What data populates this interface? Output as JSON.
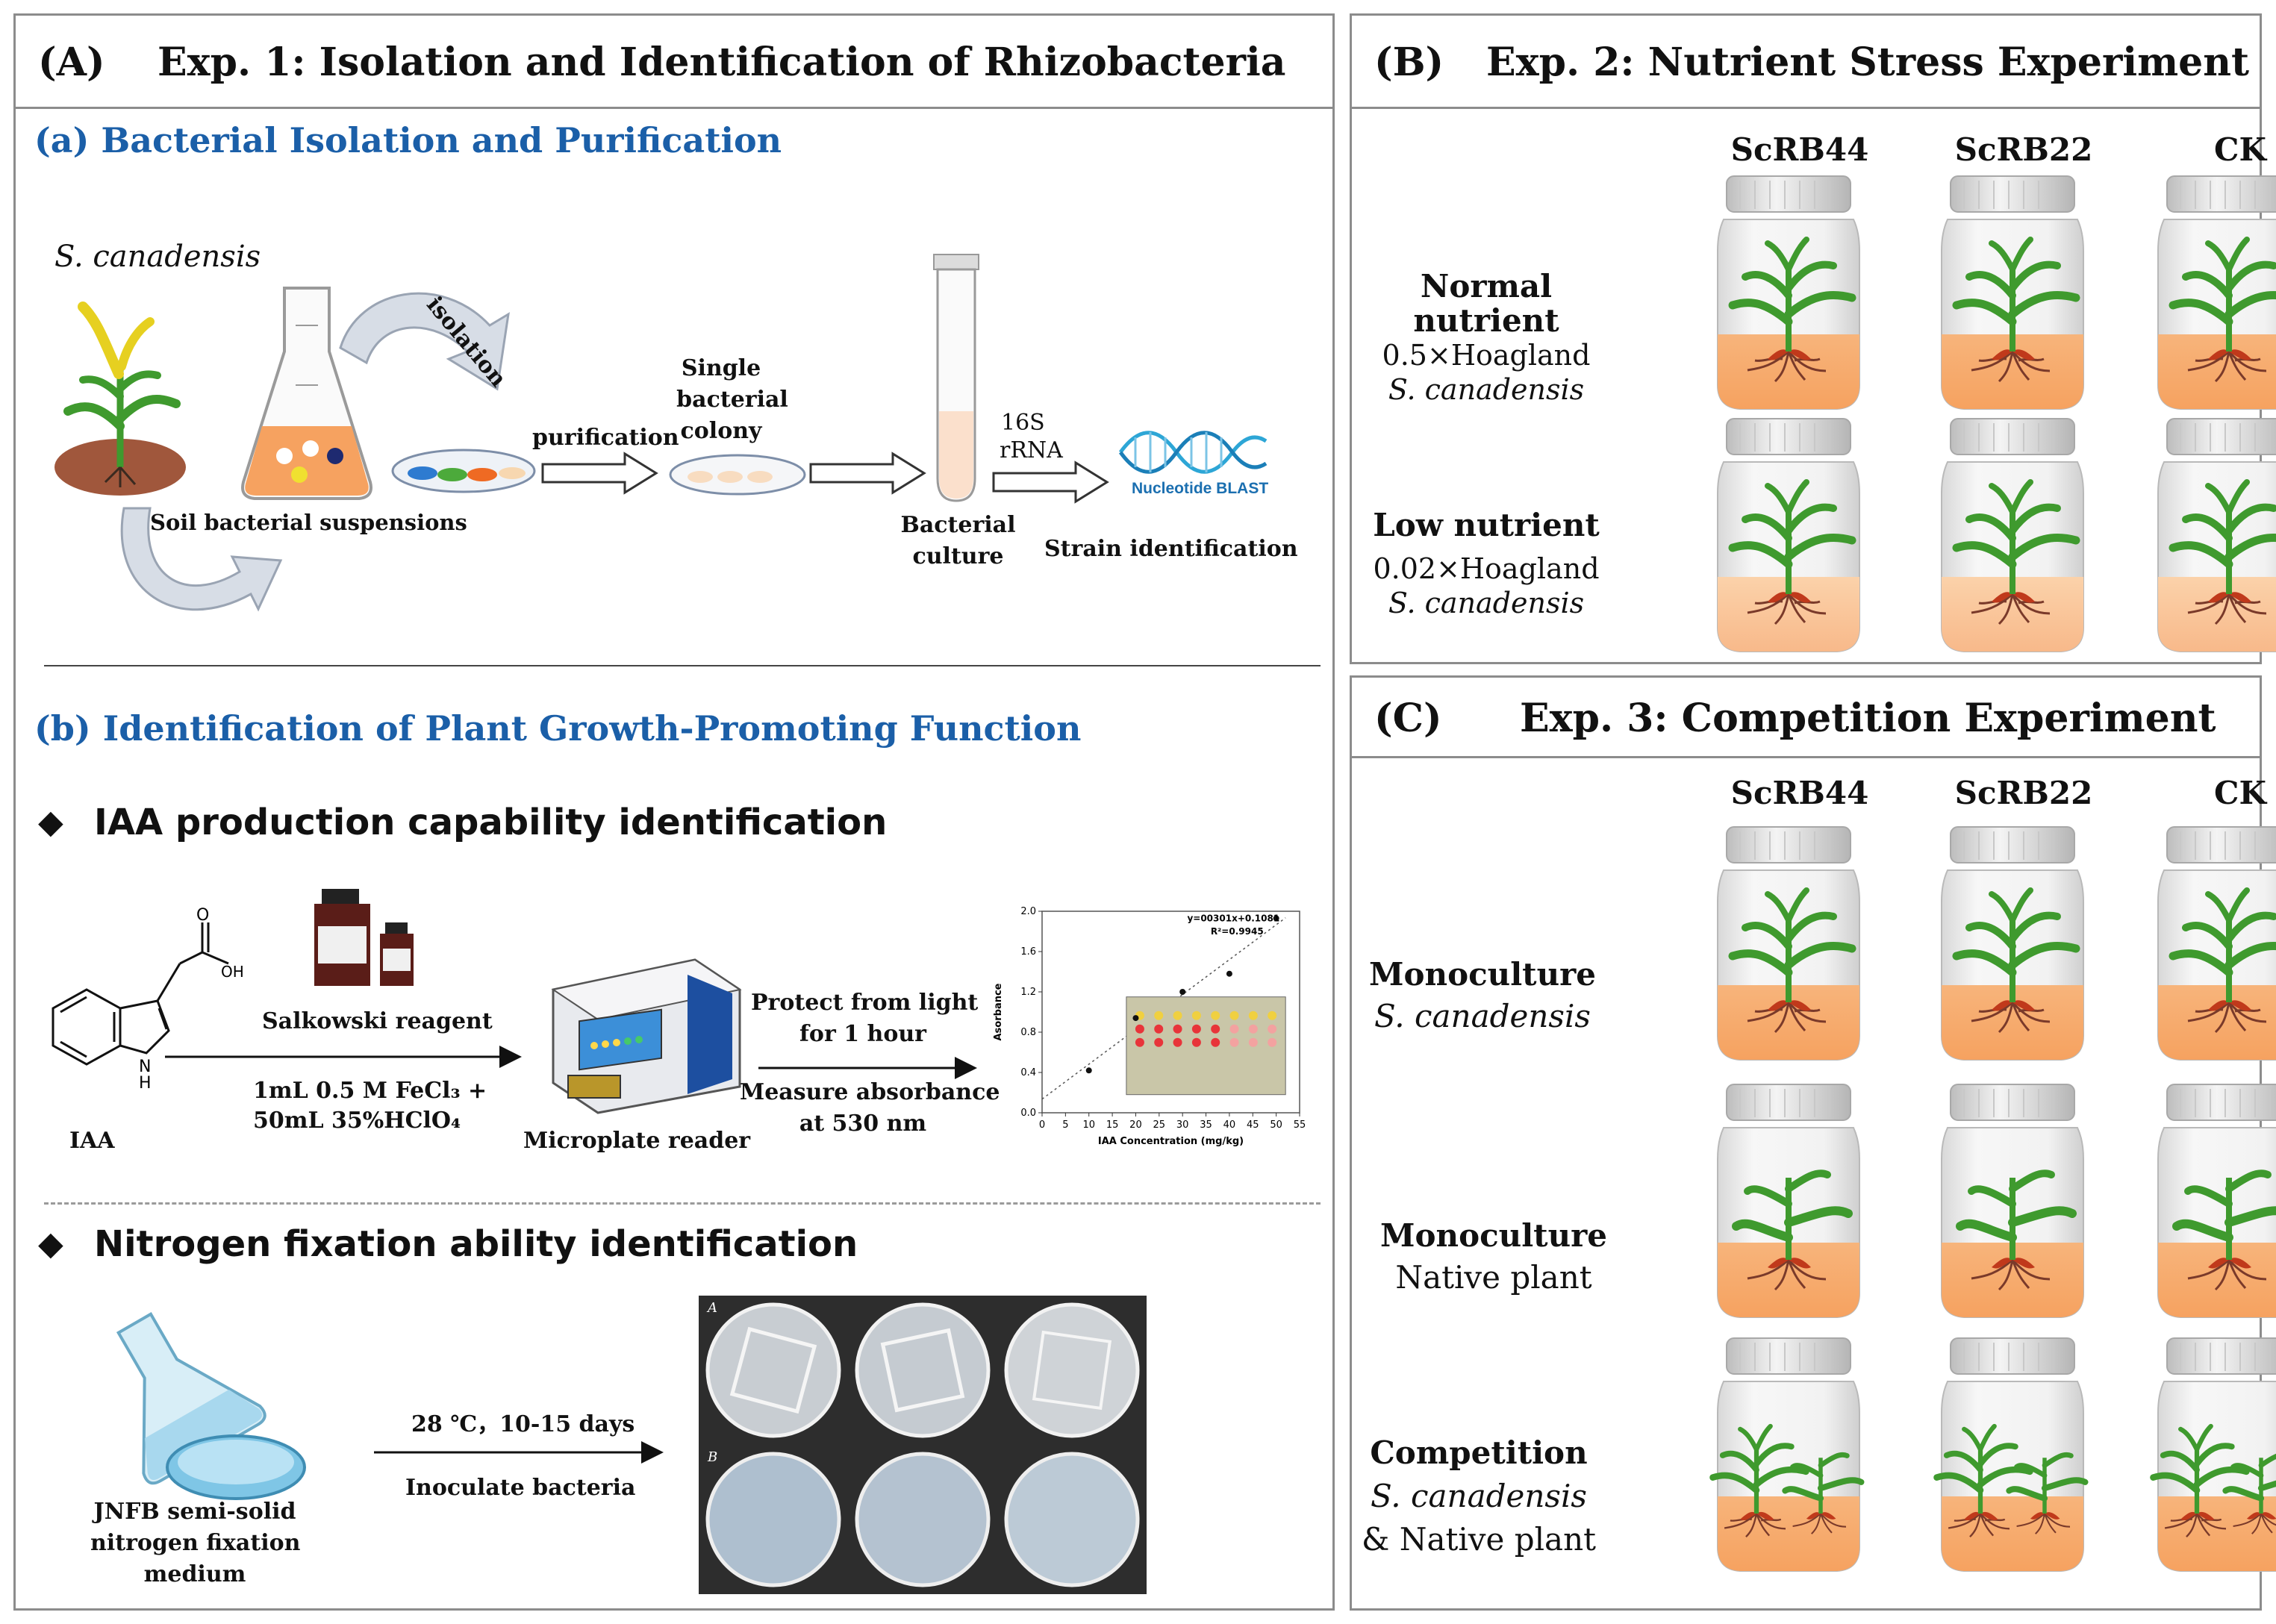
{
  "panelA": {
    "letter": "(A)",
    "title": "Exp. 1: Isolation and Identification of Rhizobacteria",
    "sectionA": {
      "title": "(a) Bacterial Isolation and Purification",
      "plant_label": "S. canadensis",
      "isolation": "isolation",
      "soil_suspension": "Soil bacterial suspensions",
      "purification": "purification",
      "single_colony": [
        "Single",
        "bacterial",
        "colony"
      ],
      "bacterial_culture": [
        "Bacterial",
        "culture"
      ],
      "rrna": [
        "16S",
        "rRNA"
      ],
      "blast": "Nucleotide BLAST",
      "strain_id": "Strain identification"
    },
    "sectionB": {
      "title": "(b) Identification of Plant Growth-Promoting Function",
      "iaa_heading": "IAA production capability identification",
      "salkowski": "Salkowski reagent",
      "iaa": "IAA",
      "reagent_line1": "1mL 0.5 M FeCl₃ +",
      "reagent_line2": "50mL 35%HClO₄",
      "microplate": "Microplate reader",
      "protect": [
        "Protect from light",
        "for 1 hour"
      ],
      "measure": [
        "Measure absorbance",
        "at 530 nm"
      ],
      "nitrogen_heading": "Nitrogen fixation ability identification",
      "medium": [
        "JNFB semi-solid",
        "nitrogen fixation",
        "medium"
      ],
      "condition": "28 ℃，10-15 days",
      "inoculate": "Inoculate bacteria",
      "plate_row_a": "A",
      "plate_row_b": "B"
    }
  },
  "chart_data": {
    "type": "scatter",
    "x": [
      10,
      20,
      30,
      40,
      50
    ],
    "y": [
      0.42,
      0.94,
      1.2,
      1.38,
      1.93
    ],
    "xlabel": "IAA Concentration (mg/kg)",
    "ylabel": "Asorbance",
    "xlim": [
      0,
      55
    ],
    "ylim": [
      0,
      2.0
    ],
    "xticks": [
      "0",
      "5",
      "10",
      "15",
      "20",
      "25",
      "30",
      "35",
      "40",
      "45",
      "50",
      "55"
    ],
    "yticks": [
      "0.0",
      "0.4",
      "0.8",
      "1.2",
      "1.6",
      "2.0"
    ],
    "annotation_eq": "y=00301x+0.1081",
    "annotation_r2": "R²=0.9945",
    "trendline": "dotted",
    "legend": "none"
  },
  "panelB": {
    "letter": "(B)",
    "title": "Exp. 2: Nutrient Stress Experiment",
    "columns": [
      "ScRB44",
      "ScRB22",
      "CK"
    ],
    "rows": [
      {
        "title": "Normal nutrient",
        "line2": "0.5×Hoagland",
        "line3": "S. canadensis"
      },
      {
        "title": "Low nutrient",
        "line2": "0.02×Hoagland",
        "line3": "S. canadensis"
      }
    ]
  },
  "panelC": {
    "letter": "(C)",
    "title": "Exp. 3: Competition Experiment",
    "columns": [
      "ScRB44",
      "ScRB22",
      "CK"
    ],
    "rows": [
      {
        "title": "Monoculture",
        "line2": "S. canadensis",
        "line3": ""
      },
      {
        "title": "Monoculture",
        "line2": "Native plant",
        "line3": ""
      },
      {
        "title": "Competition",
        "line2": "S. canadensis",
        "line3": "& Native plant"
      }
    ]
  },
  "colors": {
    "section_title": "#1b5fa8",
    "soil": "#f5a66a",
    "plant": "#3f9a2e",
    "root": "#c0391b",
    "arrow": "#d7dde6"
  }
}
